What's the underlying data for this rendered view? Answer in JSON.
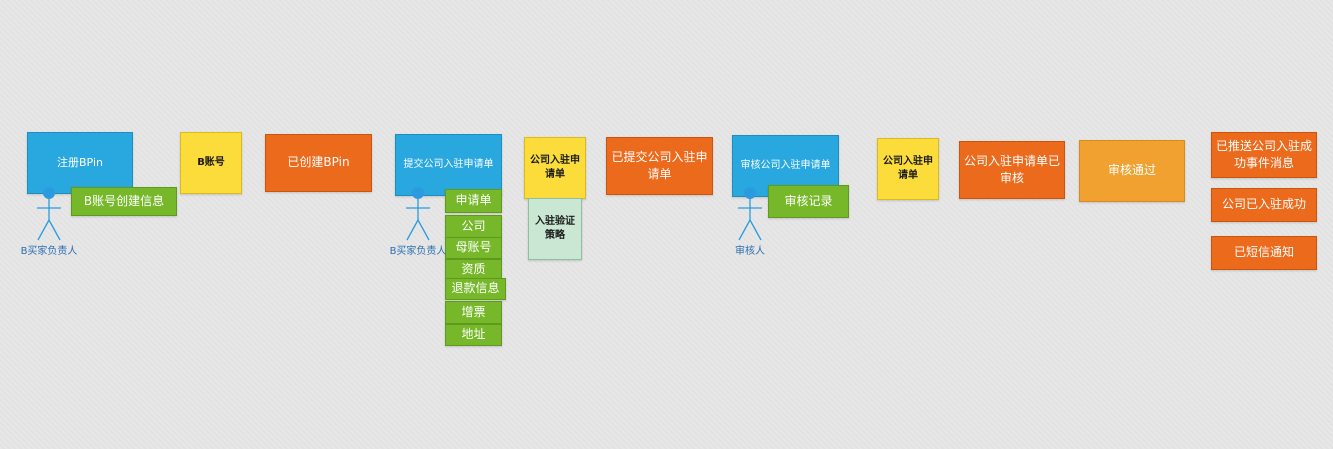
{
  "colors": {
    "blue": "#29a8e0",
    "yellow": "#fbdc3b",
    "orange": "#ec6a1c",
    "amber": "#f0a130",
    "green": "#76b82a",
    "mint": "#c9e7d2",
    "actor": "#2a9be0"
  },
  "steps": {
    "register_bpin": "注册BPin",
    "b_account": "B账号",
    "bpin_created": "已创建BPin",
    "submit_application": "提交公司入驻申请单",
    "application_note": "公司入驻申请单",
    "verify_policy": "入驻验证策略",
    "application_submitted": "已提交公司入驻申请单",
    "review_application": "审核公司入驻申请单",
    "application_note_2": "公司入驻申请单",
    "application_reviewed": "公司入驻申请单已审核",
    "review_passed": "审核通过",
    "event_pushed": "已推送公司入驻成功事件消息",
    "company_joined": "公司已入驻成功",
    "sms_notified": "已短信通知"
  },
  "details": {
    "b_account_info": "B账号创建信息",
    "review_record": "审核记录",
    "application_fields": [
      "申请单",
      "公司",
      "母账号",
      "资质",
      "退款信息",
      "增票",
      "地址"
    ]
  },
  "actors": {
    "buyer_1": "B买家负责人",
    "buyer_2": "B买家负责人",
    "reviewer": "审核人"
  }
}
